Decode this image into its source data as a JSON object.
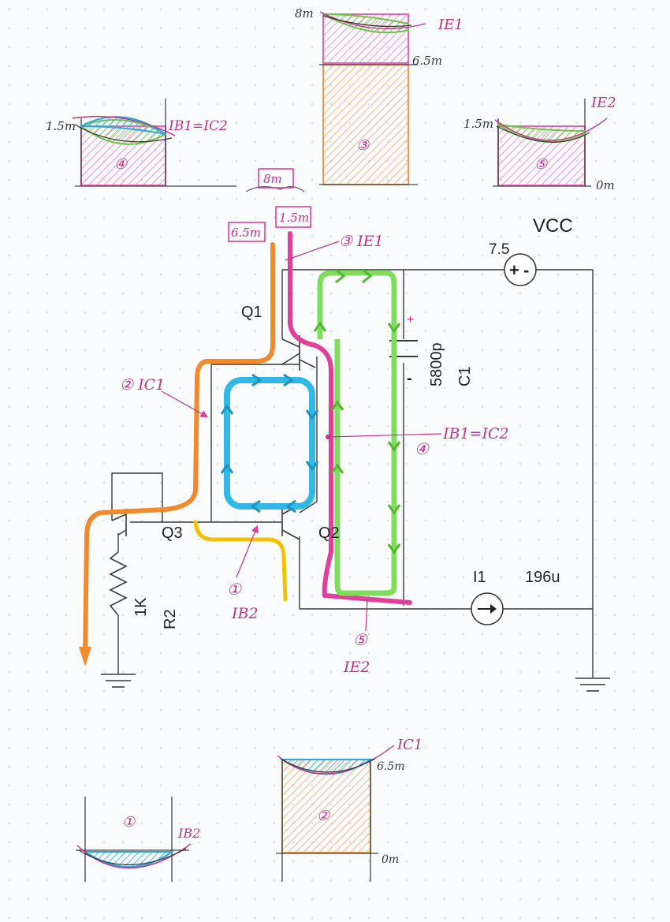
{
  "colors": {
    "pink": "#e0409a",
    "orange": "#f08a2c",
    "blue": "#32b8e6",
    "green": "#7fdc5c",
    "yellow": "#f2c200",
    "wire": "#3a3a3a",
    "dot_grid": "#c7d2da"
  },
  "transistors": {
    "q1": "Q1",
    "q2": "Q2",
    "q3": "Q3"
  },
  "supply": {
    "vcc_label": "VCC",
    "vcc_value": "7.5",
    "source_name": "I1",
    "source_value": "196u"
  },
  "capacitor": {
    "value": "5800p",
    "name": "C1",
    "plus": "+",
    "minus": "-"
  },
  "resistor": {
    "value": "1K",
    "name": "R2"
  },
  "annotations": {
    "ie1": "③ IE1",
    "ic1": "② IC1",
    "ib1_ic2": "IB1=IC2",
    "node4": "④",
    "ib2_num": "①",
    "ib2": "IB2",
    "ie2_num": "⑤",
    "ie2": "IE2",
    "box_8m": "8m",
    "box_65m": "6.5m",
    "box_15m": "1.5m"
  },
  "waveforms": {
    "w3": {
      "num": "③",
      "label": "IE1",
      "top": "8m",
      "mid": "6.5m"
    },
    "w4": {
      "num": "④",
      "label": "IB1=IC2",
      "top": "1.5m"
    },
    "w5": {
      "num": "⑤",
      "label": "IE2",
      "top": "1.5m",
      "zero": "0m"
    },
    "w1": {
      "num": "①",
      "label": "IB2"
    },
    "w2": {
      "num": "②",
      "label": "IC1",
      "top": "6.5m",
      "zero": "0m"
    }
  }
}
